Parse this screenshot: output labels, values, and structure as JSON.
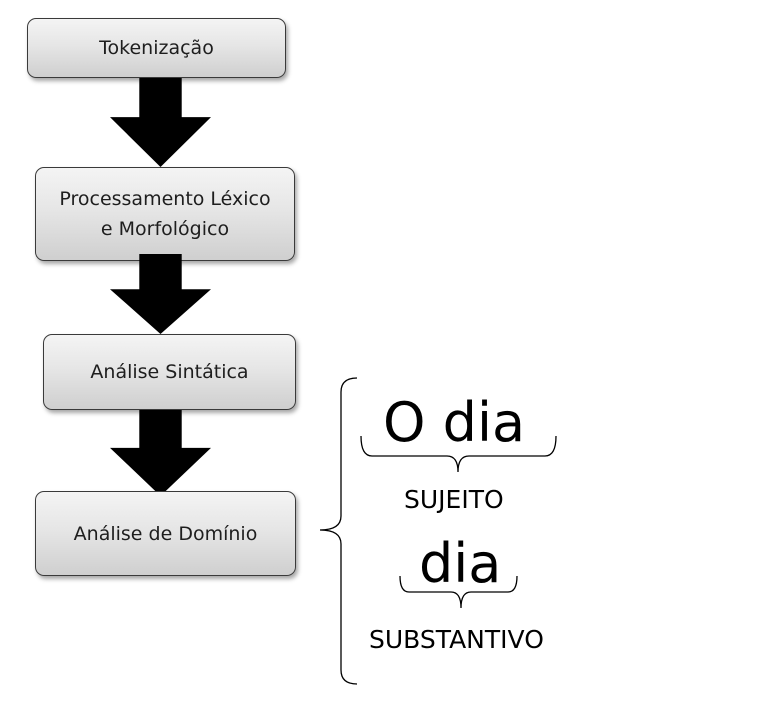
{
  "pipeline": {
    "steps": [
      {
        "label": "Tokenização"
      },
      {
        "label": "Processamento Léxico\ne Morfológico"
      },
      {
        "label": "Análise Sintática"
      },
      {
        "label": "Análise de Domínio"
      }
    ]
  },
  "example": {
    "phrase": "O dia",
    "phrase_role": "SUJEITO",
    "word": "dia",
    "word_class": "SUBSTANTIVO"
  }
}
